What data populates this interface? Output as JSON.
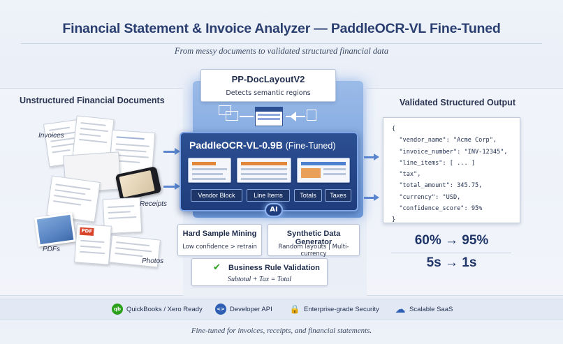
{
  "header": {
    "title": "Financial Statement & Invoice Analyzer — PaddleOCR-VL Fine-Tuned",
    "subtitle": "From messy documents to validated structured financial data"
  },
  "input": {
    "heading": "Unstructured Financial Documents",
    "labels": {
      "invoices": "Invoices",
      "receipts": "Receipts",
      "pdfs": "PDFs",
      "photos": "Photos"
    },
    "pdf_tag": "PDF"
  },
  "layout_model": {
    "title": "PP-DocLayoutV2",
    "description": "Detects semantic regions"
  },
  "vl_model": {
    "title": "PaddleOCR-VL-0.9B",
    "title_suffix": "(Fine-Tuned)",
    "tags": [
      "Vendor Block",
      "Line Items",
      "Totals",
      "Taxes"
    ],
    "badge": "AI"
  },
  "training": {
    "hard_mining": {
      "title": "Hard Sample Mining",
      "desc": "Low confidence > retrain"
    },
    "synthetic": {
      "title": "Synthetic Data Generator",
      "desc": "Random layouts | Multi-currency"
    }
  },
  "validation": {
    "check": "✔",
    "title": "Business Rule Validation",
    "rule": "Subtotal + Tax = Total"
  },
  "output": {
    "heading": "Validated Structured Output",
    "json_lines": [
      "{",
      "  \"vendor_name\": \"Acme Corp\",",
      "  \"invoice_number\": \"INV-12345\",",
      "  \"line_items\": [ ... ]",
      "  \"tax\",",
      "  \"total_amount\": 345.75,",
      "  \"currency\": \"USD,",
      "  \"confidence_score\": 95%",
      "}"
    ]
  },
  "metrics": {
    "accuracy": "60% → 95%",
    "speed": "5s → 1s"
  },
  "features": [
    {
      "icon": "quickbooks-icon",
      "glyph": "qb",
      "color": "#2ca01c",
      "label": "QuickBooks / Xero Ready"
    },
    {
      "icon": "api-icon",
      "glyph": "<>",
      "color": "#2f5fb3",
      "label": "Developer API"
    },
    {
      "icon": "lock-icon",
      "glyph": "🔒",
      "color": "#2f5fb3",
      "label": "Enterprise-grade Security"
    },
    {
      "icon": "cloud-icon",
      "glyph": "☁",
      "color": "#2f5fb3",
      "label": "Scalable SaaS"
    }
  ],
  "footer": {
    "note": "Fine-tuned for invoices, receipts, and financial statements."
  },
  "colors": {
    "accent": "#2c4f93",
    "arrow": "#5b86cf",
    "title": "#2a3f70"
  }
}
